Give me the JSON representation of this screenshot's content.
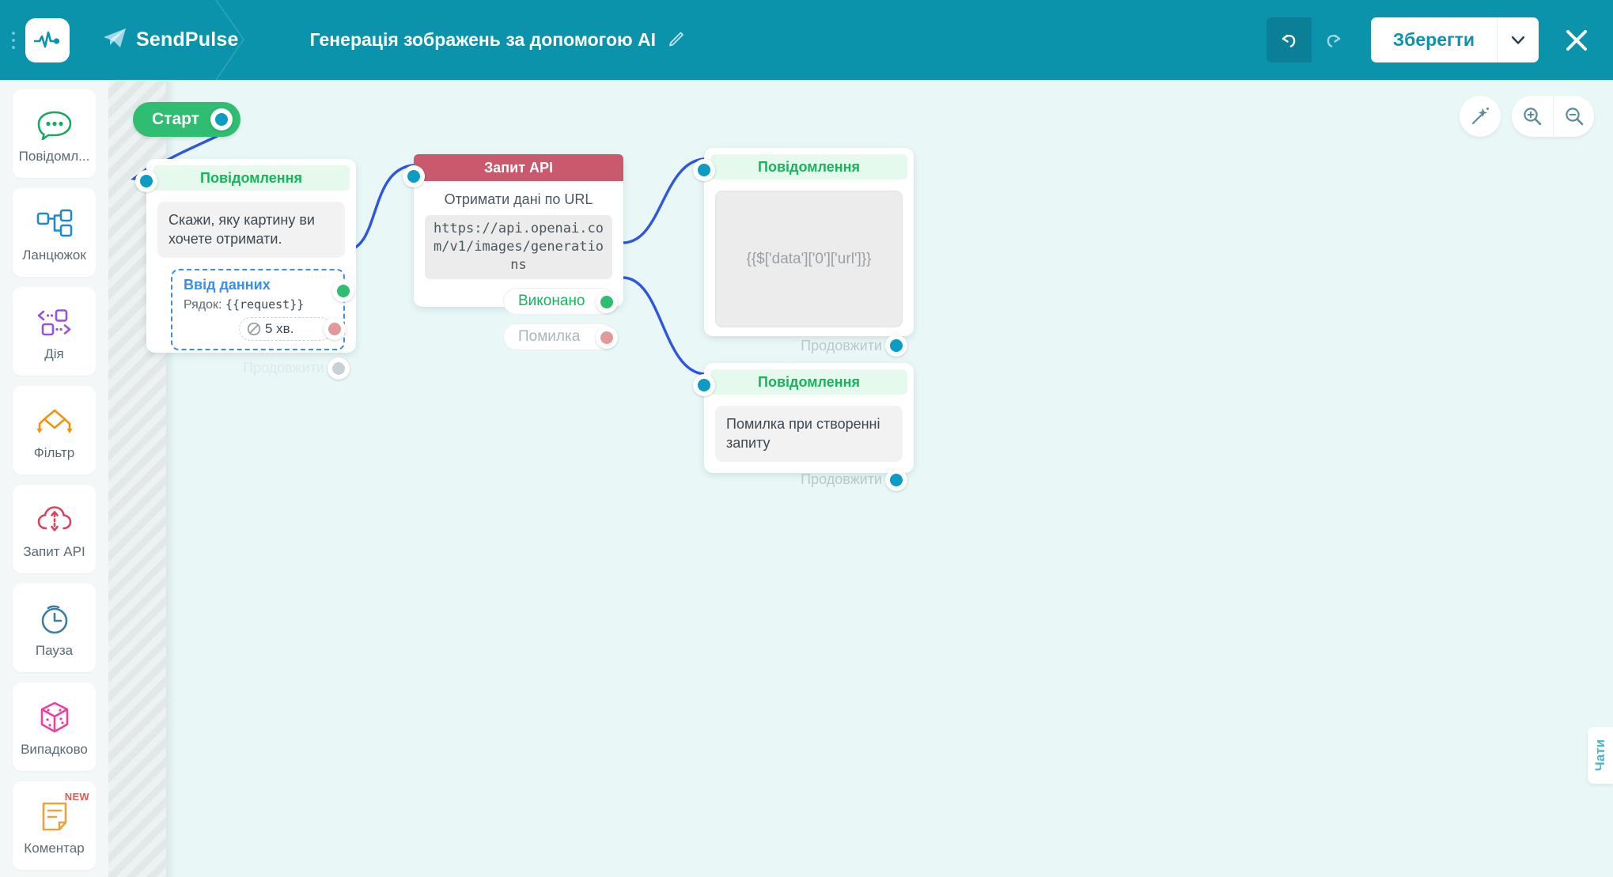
{
  "header": {
    "logo_icon": "pulse-logo-icon",
    "drag_handle_icon": "drag-dots-icon",
    "messenger_icon": "telegram-paper-plane-icon",
    "brand_name": "SendPulse",
    "flow_title": "Генерація зображень за допомогою AI",
    "edit_icon": "pencil-edit-icon",
    "undo_icon": "undo-arrow-icon",
    "redo_icon": "redo-arrow-icon",
    "save_label": "Зберегти",
    "save_caret_icon": "chevron-down-icon",
    "close_icon": "close-x-icon",
    "bg_color": "#0b93ac"
  },
  "sidebar": {
    "items": [
      {
        "label": "Повідомл...",
        "icon": "chat-bubble-icon",
        "color": "#19a85f"
      },
      {
        "label": "Ланцюжок",
        "icon": "flow-tree-icon",
        "color": "#2288cc"
      },
      {
        "label": "Дія",
        "icon": "action-brackets-icon",
        "color": "#9b51e0"
      },
      {
        "label": "Фільтр",
        "icon": "filter-diamond-icon",
        "color": "#f2930d"
      },
      {
        "label": "Запит API",
        "icon": "api-cloud-icon",
        "color": "#d6455e"
      },
      {
        "label": "Пауза",
        "icon": "stopwatch-icon",
        "color": "#3d7fa0"
      },
      {
        "label": "Випадково",
        "icon": "dice-icon",
        "color": "#ec3fa0"
      },
      {
        "label": "Коментар",
        "icon": "comment-note-icon",
        "color": "#eaa13f",
        "badge": "NEW"
      }
    ]
  },
  "canvas": {
    "bg_color": "#e9f8f7",
    "start_node": {
      "label": "Старт",
      "color": "#2ebd71",
      "port_icon": "output-port"
    },
    "nodes": [
      {
        "id": "message-1",
        "type": "message",
        "title": "Повідомлення",
        "bubble_text": "Скажи, яку картину ви хочете отримати.",
        "input_block": {
          "title": "Ввід данних",
          "field_label": "Рядок:",
          "field_value": "{{request}}",
          "timeout_icon": "no-entry-icon",
          "timeout_label": "5 хв."
        },
        "continue_label": "Продовжити"
      },
      {
        "id": "api-request",
        "type": "api",
        "title": "Запит API",
        "subtitle": "Отримати дані по URL",
        "url": "https://api.openai.com/v1/images/generations",
        "outputs": [
          {
            "label": "Виконано",
            "state": "success"
          },
          {
            "label": "Помилка",
            "state": "error"
          }
        ]
      },
      {
        "id": "message-success",
        "type": "message",
        "title": "Повідомлення",
        "image_placeholder_text": "{{$['data']['0']['url']}}",
        "continue_label": "Продовжити"
      },
      {
        "id": "message-error",
        "type": "message",
        "title": "Повідомлення",
        "bubble_text": "Помилка при створенні запиту",
        "continue_label": "Продовжити"
      }
    ],
    "tools": [
      {
        "name": "magic-wand",
        "icon": "magic-wand-icon"
      },
      {
        "name": "zoom-in",
        "icon": "zoom-in-icon"
      },
      {
        "name": "zoom-out",
        "icon": "zoom-out-icon"
      }
    ],
    "chats_tab_label": "Чати"
  }
}
